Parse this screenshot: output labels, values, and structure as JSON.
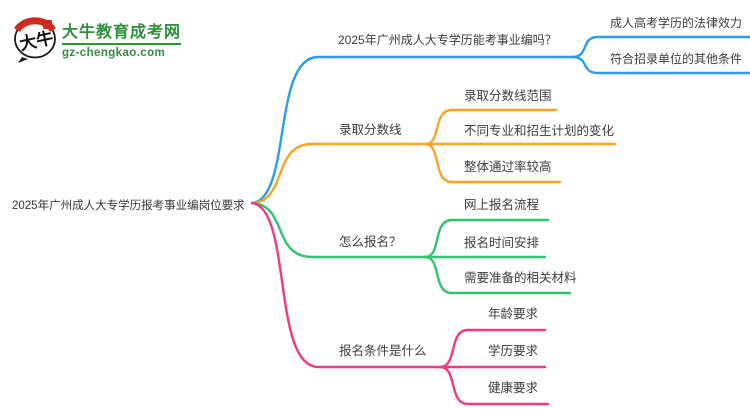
{
  "logo": {
    "site_name": "大牛教育成考网",
    "site_domain": "gz-chengkao.com",
    "seal_text": "大牛",
    "brand_green": "#2e8f3c",
    "seal_red": "#ce2a1d",
    "outline_black": "#1c1c1c"
  },
  "colors": {
    "text": "#3d3d3d",
    "branch_blue": "#2b9cf2",
    "branch_orange": "#ffa321",
    "branch_green": "#2ec56f",
    "branch_pink": "#f23a80"
  },
  "mindmap": {
    "root": {
      "label": "2025年广州成人大专学历报考事业编岗位要求"
    },
    "branches": [
      {
        "label": "2025年广州成人大专学历能考事业编吗？",
        "color": "#2b9cf2",
        "children": [
          "成人高考学历的法律效力",
          "符合招录单位的其他条件"
        ]
      },
      {
        "label": "录取分数线",
        "color": "#ffa321",
        "children": [
          "录取分数线范围",
          "不同专业和招生计划的变化",
          "整体通过率较高"
        ]
      },
      {
        "label": "怎么报名？",
        "color": "#2ec56f",
        "children": [
          "网上报名流程",
          "报名时间安排",
          "需要准备的相关材料"
        ]
      },
      {
        "label": "报名条件是什么",
        "color": "#f23a80",
        "children": [
          "年龄要求",
          "学历要求",
          "健康要求"
        ]
      }
    ]
  }
}
